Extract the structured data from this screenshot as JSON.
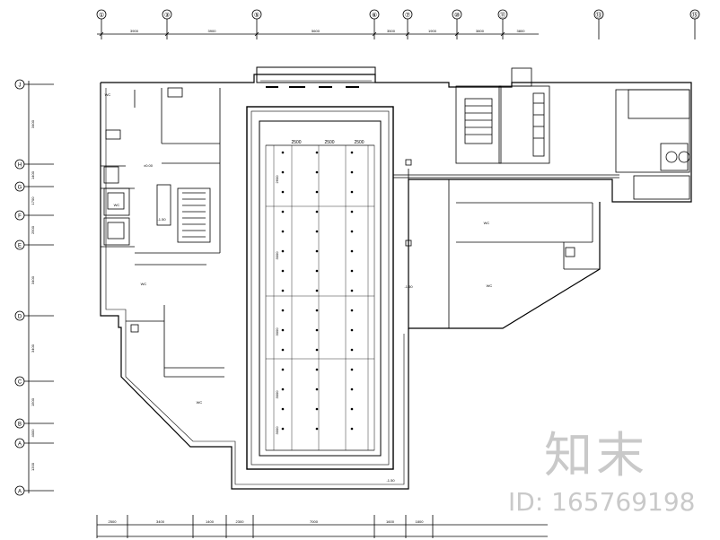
{
  "drawing": {
    "top_axes": [
      "①",
      "③",
      "⑤",
      "⑥",
      "⑦",
      "⑩",
      "⑪",
      "⑬",
      "⑮"
    ],
    "left_axes": [
      "J",
      "H",
      "G",
      "F",
      "E",
      "D",
      "C",
      "B",
      "A",
      "A",
      "A"
    ],
    "top_dims": [
      "3900",
      "3900",
      "5600",
      "3500",
      "1900",
      "3800",
      "3800"
    ],
    "bottom_dims": [
      "2500",
      "3400",
      "1400",
      "2300",
      "7000",
      "1600",
      "1800"
    ],
    "left_dims": [
      "3400",
      "1400",
      "1700",
      "2500",
      "3400",
      "3400",
      "1500",
      "4000",
      "1200"
    ],
    "pool_dims_x": [
      "2500",
      "2500",
      "2500"
    ],
    "pool_dims_y": [
      "2600",
      "3000",
      "3000",
      "3000",
      "3000"
    ],
    "room_labels": [
      "WC",
      "WC",
      "WC",
      "WC",
      "WC",
      "WC"
    ],
    "level_marks": [
      "±0.00",
      "-1.50",
      "-1.50",
      "-1.50"
    ]
  },
  "watermark": {
    "logo_text": "知末",
    "id_text": "ID: 165769198"
  },
  "colors": {
    "line": "#000000",
    "watermark": "#c9c9c9",
    "background": "#ffffff"
  }
}
